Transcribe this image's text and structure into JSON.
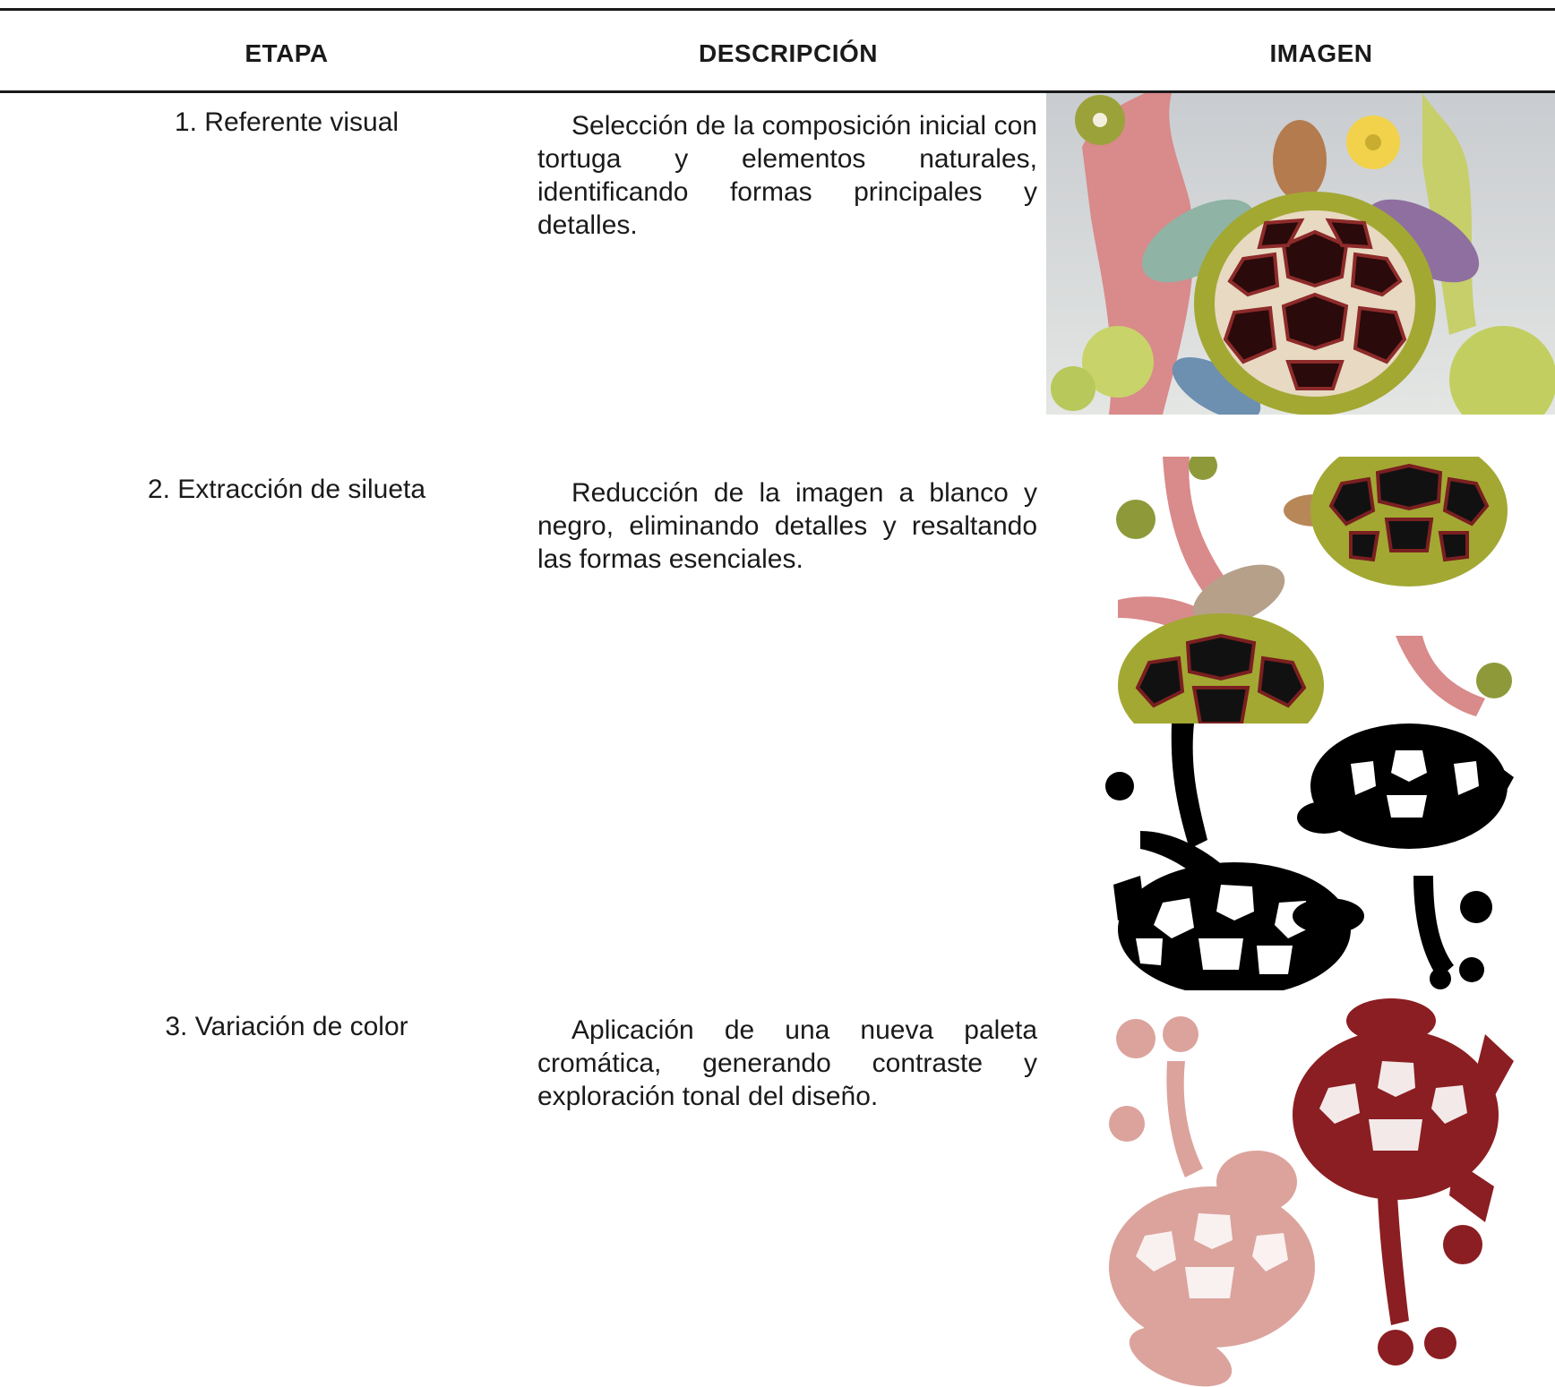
{
  "table": {
    "headers": {
      "stage": "ETAPA",
      "description": "DESCRIPCIÓN",
      "image": "IMAGEN"
    },
    "rows": [
      {
        "stage": "1. Referente visual",
        "description": "Selección de la composición inicial con tortuga y elementos naturales, identificando formas principales y detalles.",
        "image_icon": "watercolor-turtle-reference-image"
      },
      {
        "stage": "2. Extracción de silueta",
        "description": "Reducción de la imagen a blanco y negro, eliminando detalles y resaltando las formas esenciales.",
        "image_icon": "turtle-silhouette-image"
      },
      {
        "stage": "3. Variación de color",
        "description": "Aplicación de una nueva paleta cromática, generando contraste y exploración tonal del diseño.",
        "image_icon": "turtle-color-variation-image"
      }
    ]
  },
  "colors": {
    "rule": "#1a1a1a",
    "shell_outline": "#a3a833",
    "shell_cells": "#2a0a0a",
    "coral_pink": "#d98a8a",
    "variant_dark": "#8b1e22",
    "variant_light": "#dba39c"
  }
}
